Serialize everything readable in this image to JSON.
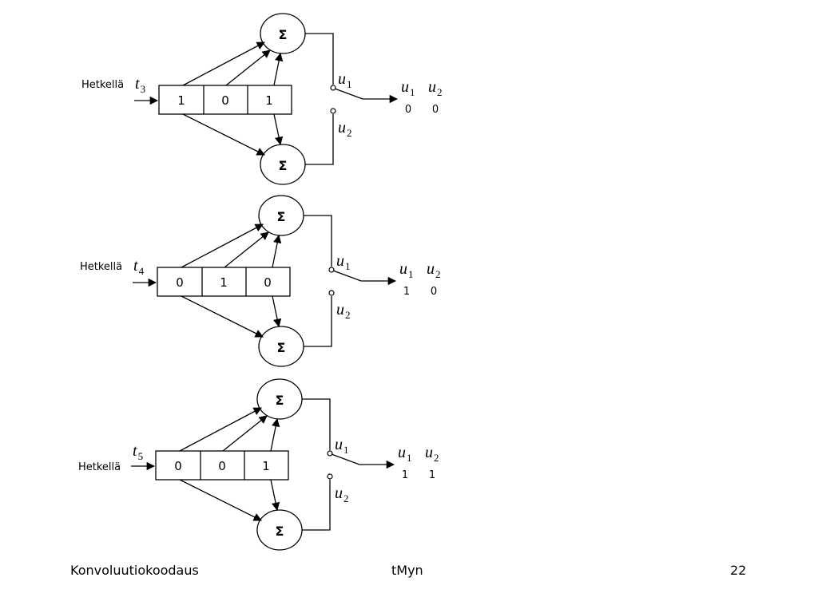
{
  "diagram": {
    "sum_symbol": "Σ",
    "prefix_label": "Hetkellä",
    "output_label_1": "u",
    "output_label_2": "u",
    "output_subscript_1": "1",
    "output_subscript_2": "2",
    "time_symbol": "t",
    "stages": [
      {
        "time_subscript": "3",
        "register": [
          "1",
          "0",
          "1"
        ],
        "outputs": [
          "0",
          "0"
        ]
      },
      {
        "time_subscript": "4",
        "register": [
          "0",
          "1",
          "0"
        ],
        "outputs": [
          "1",
          "0"
        ]
      },
      {
        "time_subscript": "5",
        "register": [
          "0",
          "0",
          "1"
        ],
        "outputs": [
          "1",
          "1"
        ]
      }
    ]
  },
  "footer": {
    "left": "Konvoluutiokoodaus",
    "center": "tMyn",
    "right": "22"
  }
}
